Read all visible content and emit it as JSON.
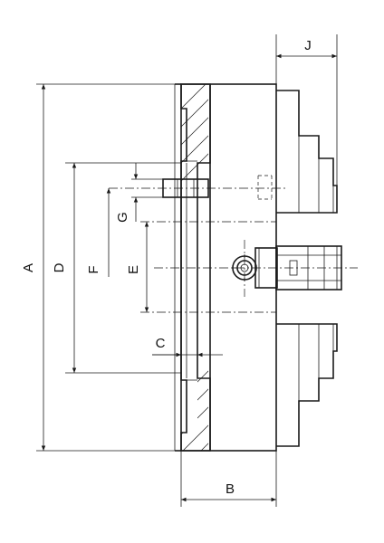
{
  "drawing": {
    "dimensions": {
      "a": "A",
      "b": "B",
      "c": "C",
      "d": "D",
      "e": "E",
      "f": "F",
      "g": "G",
      "j": "J"
    }
  }
}
